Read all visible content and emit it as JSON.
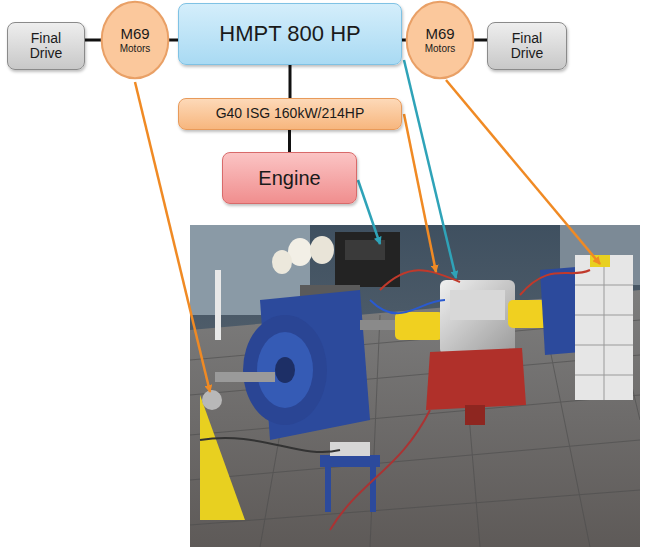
{
  "diagram": {
    "nodes": [
      {
        "text": [
          "Final Drive"
        ]
      },
      {
        "text": [
          "M69",
          "Motors"
        ]
      },
      {
        "text": [
          "HMPT 800 HP"
        ]
      },
      {
        "text": [
          "M69",
          "Motors"
        ]
      },
      {
        "text": [
          "Final Drive"
        ]
      },
      {
        "text": [
          "G40 ISG 160kW/214HP"
        ]
      },
      {
        "text": [
          "Engine"
        ]
      }
    ],
    "edges": [
      {
        "from": 0,
        "to": 1,
        "arrow": "none"
      },
      {
        "from": 1,
        "to": 2,
        "arrow": "none"
      },
      {
        "from": 2,
        "to": 3,
        "arrow": "none"
      },
      {
        "from": 3,
        "to": 4,
        "arrow": "none"
      },
      {
        "from": 2,
        "to": 5,
        "arrow": "none"
      },
      {
        "from": 5,
        "to": 6,
        "arrow": "none"
      }
    ]
  }
}
